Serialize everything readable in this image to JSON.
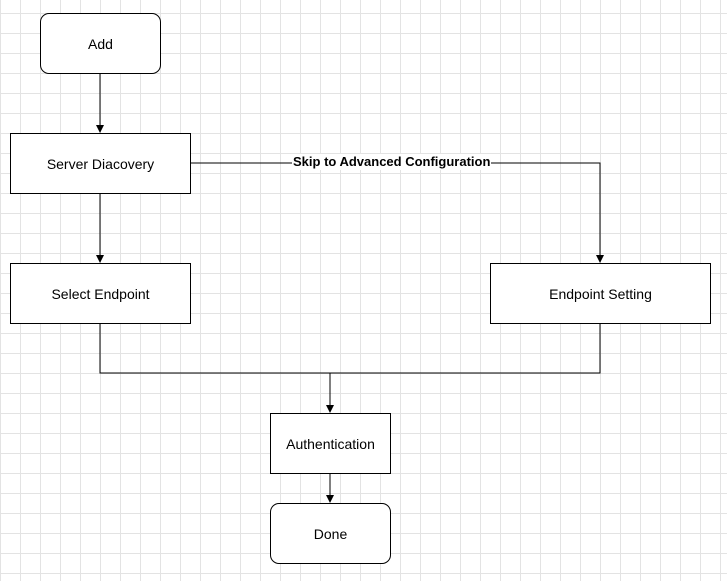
{
  "nodes": {
    "add": "Add",
    "server_discovery": "Server Diacovery",
    "select_endpoint": "Select Endpoint",
    "endpoint_setting": "Endpoint Setting",
    "authentication": "Authentication",
    "done": "Done"
  },
  "edges": {
    "skip_label": "Skip to Advanced Configuration"
  }
}
